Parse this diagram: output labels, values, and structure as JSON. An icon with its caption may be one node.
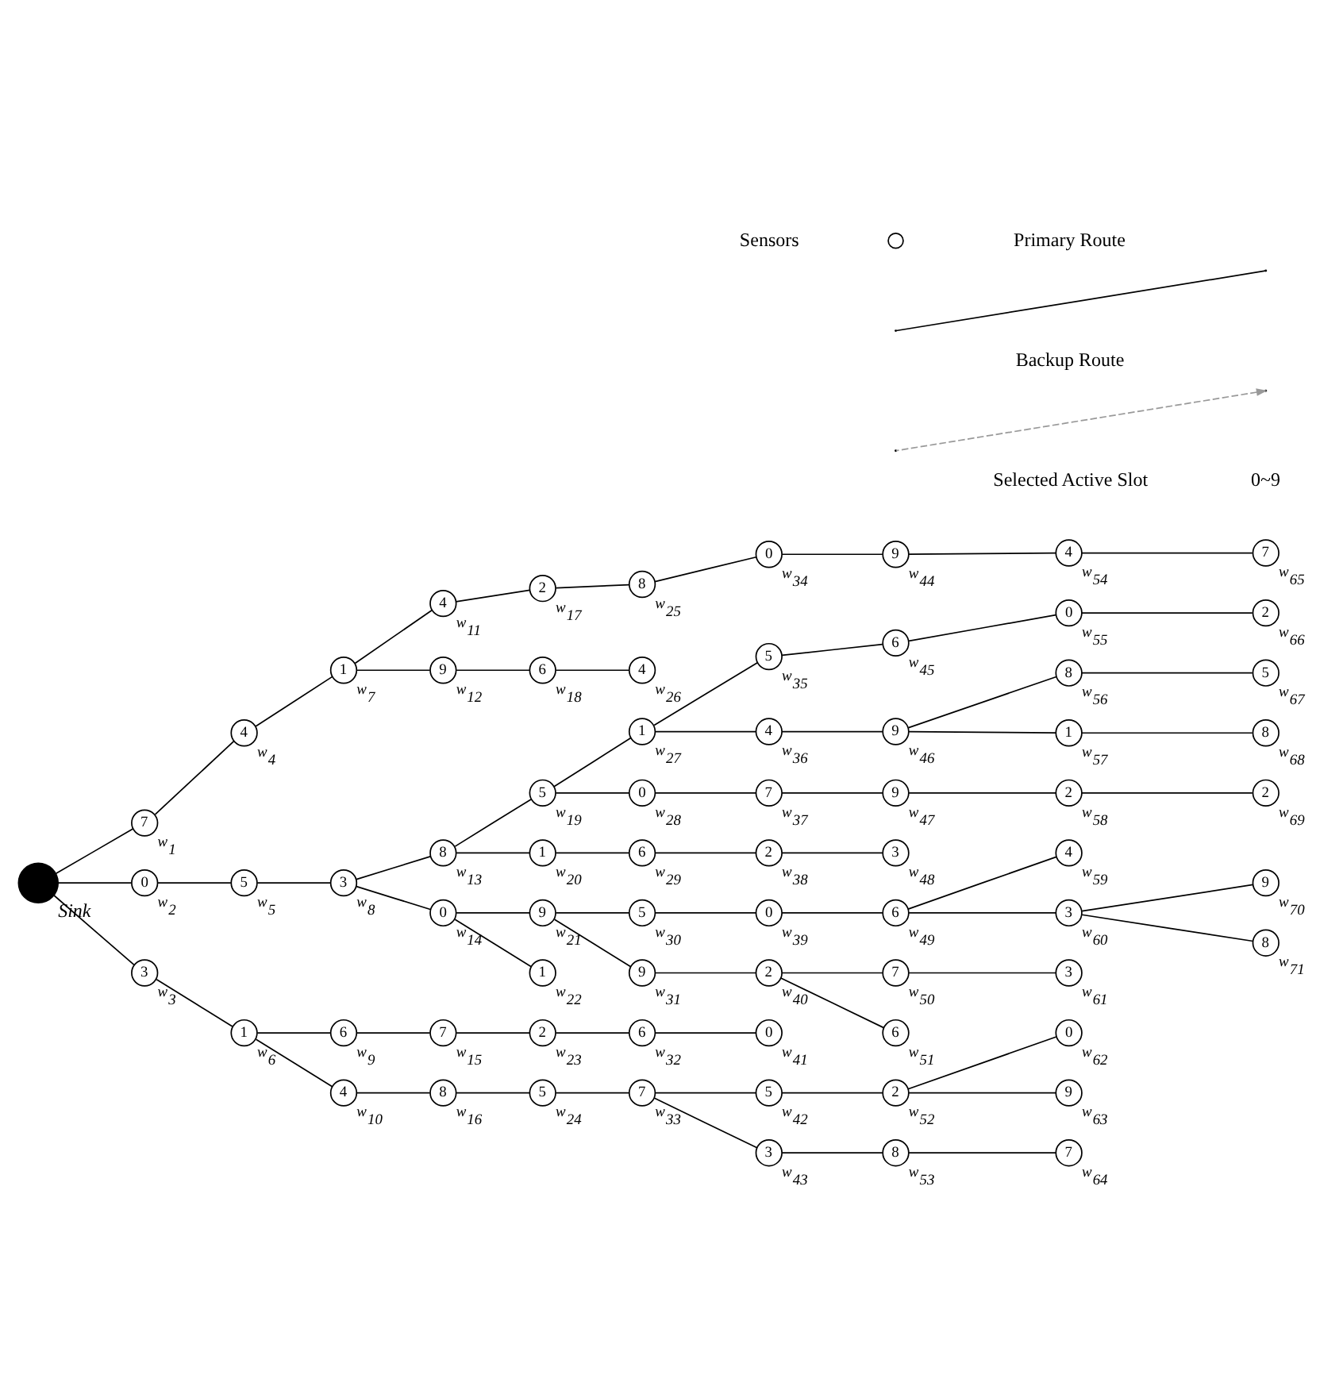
{
  "diagram": {
    "nodes": [
      {
        "text": [],
        "shape": "circle",
        "beside": [
          "Sink"
        ]
      },
      {
        "text": [
          "7"
        ],
        "beside": [
          "w$_{1}$"
        ]
      },
      {
        "text": [
          "0"
        ],
        "beside": [
          "w$_{2}$"
        ]
      },
      {
        "text": [
          "3"
        ],
        "beside": [
          "w$_{3}$"
        ]
      },
      {
        "text": [
          "4"
        ],
        "beside": [
          "w$_{4}$"
        ]
      },
      {
        "text": [
          "5"
        ],
        "beside": [
          "w$_{5}$"
        ]
      },
      {
        "text": [
          "1"
        ],
        "beside": [
          "w$_{6}$"
        ]
      },
      {
        "text": [
          "1"
        ],
        "beside": [
          "w$_{7}$"
        ]
      },
      {
        "text": [
          "3"
        ],
        "beside": [
          "w$_{8}$"
        ]
      },
      {
        "text": [
          "6"
        ],
        "beside": [
          "w$_{9}$"
        ]
      },
      {
        "text": [
          "4"
        ],
        "beside": [
          "w$_{10}$"
        ]
      },
      {
        "text": [
          "4"
        ],
        "beside": [
          "w$_{11}$"
        ]
      },
      {
        "text": [
          "9"
        ],
        "beside": [
          "w$_{12}$"
        ]
      },
      {
        "text": [
          "8"
        ],
        "beside": [
          "w$_{13}$"
        ]
      },
      {
        "text": [
          "0"
        ],
        "beside": [
          "w$_{14}$"
        ]
      },
      {
        "text": [
          "7"
        ],
        "beside": [
          "w$_{15}$"
        ]
      },
      {
        "text": [
          "8"
        ],
        "beside": [
          "w$_{16}$"
        ]
      },
      {
        "text": [
          "2"
        ],
        "beside": [
          "w$_{17}$"
        ]
      },
      {
        "text": [
          "6"
        ],
        "beside": [
          "w$_{18}$"
        ]
      },
      {
        "text": [
          "5"
        ],
        "beside": [
          "w$_{19}$"
        ]
      },
      {
        "text": [
          "1"
        ],
        "beside": [
          "w$_{20}$"
        ]
      },
      {
        "text": [
          "9"
        ],
        "beside": [
          "w$_{21}$"
        ]
      },
      {
        "text": [
          "1"
        ],
        "beside": [
          "w$_{22}$"
        ]
      },
      {
        "text": [
          "2"
        ],
        "beside": [
          "w$_{23}$"
        ]
      },
      {
        "text": [
          "5"
        ],
        "beside": [
          "w$_{24}$"
        ]
      },
      {
        "text": [
          "8"
        ],
        "beside": [
          "w$_{25}$"
        ]
      },
      {
        "text": [
          "4"
        ],
        "beside": [
          "w$_{26}$"
        ]
      },
      {
        "text": [
          "1"
        ],
        "beside": [
          "w$_{27}$"
        ]
      },
      {
        "text": [
          "0"
        ],
        "beside": [
          "w$_{28}$"
        ]
      },
      {
        "text": [
          "6"
        ],
        "beside": [
          "w$_{29}$"
        ]
      },
      {
        "text": [
          "5"
        ],
        "beside": [
          "w$_{30}$"
        ]
      },
      {
        "text": [
          "9"
        ],
        "beside": [
          "w$_{31}$"
        ]
      },
      {
        "text": [
          "6"
        ],
        "beside": [
          "w$_{32}$"
        ]
      },
      {
        "text": [
          "7"
        ],
        "beside": [
          "w$_{33}$"
        ]
      },
      {
        "text": [
          "0"
        ],
        "beside": [
          "w$_{34}$"
        ]
      },
      {
        "text": [
          "5"
        ],
        "beside": [
          "w$_{35}$"
        ]
      },
      {
        "text": [
          "4"
        ],
        "beside": [
          "w$_{36}$"
        ]
      },
      {
        "text": [
          "7"
        ],
        "beside": [
          "w$_{37}$"
        ]
      },
      {
        "text": [
          "2"
        ],
        "beside": [
          "w$_{38}$"
        ]
      },
      {
        "text": [
          "0"
        ],
        "beside": [
          "w$_{39}$"
        ]
      },
      {
        "text": [
          "2"
        ],
        "beside": [
          "w$_{40}$"
        ]
      },
      {
        "text": [
          "0"
        ],
        "beside": [
          "w$_{41}$"
        ]
      },
      {
        "text": [
          "5"
        ],
        "beside": [
          "w$_{42}$"
        ]
      },
      {
        "text": [
          "3"
        ],
        "beside": [
          "w$_{43}$"
        ]
      },
      {
        "text": [
          "9"
        ],
        "beside": [
          "w$_{44}$"
        ]
      },
      {
        "text": [
          "6"
        ],
        "beside": [
          "w$_{45}$"
        ]
      },
      {
        "text": [
          "9"
        ],
        "beside": [
          "w$_{46}$"
        ]
      },
      {
        "text": [
          "9"
        ],
        "beside": [
          "w$_{47}$"
        ]
      },
      {
        "text": [
          "3"
        ],
        "beside": [
          "w$_{48}$"
        ]
      },
      {
        "text": [
          "6"
        ],
        "beside": [
          "w$_{49}$"
        ]
      },
      {
        "text": [
          "7"
        ],
        "beside": [
          "w$_{50}$"
        ]
      },
      {
        "text": [
          "6"
        ],
        "beside": [
          "w$_{51}$"
        ]
      },
      {
        "text": [
          "2"
        ],
        "beside": [
          "w$_{52}$"
        ]
      },
      {
        "text": [
          "8"
        ],
        "beside": [
          "w$_{53}$"
        ]
      },
      {
        "text": [
          "4"
        ],
        "beside": [
          "w$_{54}$"
        ]
      },
      {
        "text": [
          "0"
        ],
        "beside": [
          "w$_{55}$"
        ]
      },
      {
        "text": [
          "8"
        ],
        "beside": [
          "w$_{56}$"
        ]
      },
      {
        "text": [
          "1"
        ],
        "beside": [
          "w$_{57}$"
        ]
      },
      {
        "text": [
          "2"
        ],
        "beside": [
          "w$_{58}$"
        ]
      },
      {
        "text": [
          "4"
        ],
        "beside": [
          "w$_{59}$"
        ]
      },
      {
        "text": [
          "3"
        ],
        "beside": [
          "w$_{60}$"
        ]
      },
      {
        "text": [
          "3"
        ],
        "beside": [
          "w$_{61}$"
        ]
      },
      {
        "text": [
          "0"
        ],
        "beside": [
          "w$_{62}$"
        ]
      },
      {
        "text": [
          "9"
        ],
        "beside": [
          "w$_{63}$"
        ]
      },
      {
        "text": [
          "7"
        ],
        "beside": [
          "w$_{64}$"
        ]
      },
      {
        "text": [
          "7"
        ],
        "beside": [
          "w$_{65}$"
        ]
      },
      {
        "text": [
          "2"
        ],
        "beside": [
          "w$_{66}$"
        ]
      },
      {
        "text": [
          "5"
        ],
        "beside": [
          "w$_{67}$"
        ]
      },
      {
        "text": [
          "8"
        ],
        "beside": [
          "w$_{68}$"
        ]
      },
      {
        "text": [
          "2"
        ],
        "beside": [
          "w$_{69}$"
        ]
      },
      {
        "text": [
          "9"
        ],
        "beside": [
          "w$_{70}$"
        ]
      },
      {
        "text": [
          "8"
        ],
        "beside": [
          "w$_{71}$"
        ]
      }
    ],
    "edges": [
      {
        "from": 1,
        "to": 0,
        "arrow": "none"
      },
      {
        "from": 2,
        "to": 0,
        "arrow": "none"
      },
      {
        "from": 3,
        "to": 0,
        "arrow": "none"
      },
      {
        "from": 4,
        "to": 1,
        "arrow": "none"
      },
      {
        "from": 7,
        "to": 4,
        "arrow": "none"
      },
      {
        "from": 11,
        "to": 7,
        "arrow": "none"
      },
      {
        "from": 12,
        "to": 7,
        "arrow": "none"
      },
      {
        "from": 17,
        "to": 11,
        "arrow": "none"
      },
      {
        "from": 25,
        "to": 17,
        "arrow": "none"
      },
      {
        "from": 34,
        "to": 25,
        "arrow": "none"
      },
      {
        "from": 44,
        "to": 34,
        "arrow": "none"
      },
      {
        "from": 54,
        "to": 44,
        "arrow": "none"
      },
      {
        "from": 65,
        "to": 54,
        "arrow": "none"
      },
      {
        "from": 18,
        "to": 12,
        "arrow": "none"
      },
      {
        "from": 26,
        "to": 18,
        "arrow": "none"
      },
      {
        "from": 5,
        "to": 2,
        "arrow": "none"
      },
      {
        "from": 8,
        "to": 5,
        "arrow": "none"
      },
      {
        "from": 13,
        "to": 8,
        "arrow": "none"
      },
      {
        "from": 14,
        "to": 8,
        "arrow": "none"
      },
      {
        "from": 19,
        "to": 13,
        "arrow": "none"
      },
      {
        "from": 20,
        "to": 13,
        "arrow": "none"
      },
      {
        "from": 29,
        "to": 20,
        "arrow": "none"
      },
      {
        "from": 38,
        "to": 29,
        "arrow": "none"
      },
      {
        "from": 48,
        "to": 38,
        "arrow": "none"
      },
      {
        "from": 27,
        "to": 19,
        "arrow": "none"
      },
      {
        "from": 28,
        "to": 19,
        "arrow": "none"
      },
      {
        "from": 35,
        "to": 27,
        "arrow": "none"
      },
      {
        "from": 36,
        "to": 27,
        "arrow": "none"
      },
      {
        "from": 45,
        "to": 35,
        "arrow": "none"
      },
      {
        "from": 55,
        "to": 45,
        "arrow": "none"
      },
      {
        "from": 66,
        "to": 55,
        "arrow": "none"
      },
      {
        "from": 46,
        "to": 36,
        "arrow": "none"
      },
      {
        "from": 56,
        "to": 46,
        "arrow": "none"
      },
      {
        "from": 67,
        "to": 56,
        "arrow": "none"
      },
      {
        "from": 57,
        "to": 46,
        "arrow": "none"
      },
      {
        "from": 68,
        "to": 57,
        "arrow": "none"
      },
      {
        "from": 37,
        "to": 28,
        "arrow": "none"
      },
      {
        "from": 47,
        "to": 37,
        "arrow": "none"
      },
      {
        "from": 58,
        "to": 47,
        "arrow": "none"
      },
      {
        "from": 69,
        "to": 58,
        "arrow": "none"
      },
      {
        "from": 21,
        "to": 14,
        "arrow": "none"
      },
      {
        "from": 22,
        "to": 14,
        "arrow": "none"
      },
      {
        "from": 30,
        "to": 21,
        "arrow": "none"
      },
      {
        "from": 31,
        "to": 21,
        "arrow": "none"
      },
      {
        "from": 39,
        "to": 30,
        "arrow": "none"
      },
      {
        "from": 49,
        "to": 39,
        "arrow": "none"
      },
      {
        "from": 59,
        "to": 49,
        "arrow": "none"
      },
      {
        "from": 60,
        "to": 49,
        "arrow": "none"
      },
      {
        "from": 70,
        "to": 60,
        "arrow": "none"
      },
      {
        "from": 71,
        "to": 60,
        "arrow": "none"
      },
      {
        "from": 40,
        "to": 31,
        "arrow": "none"
      },
      {
        "from": 50,
        "to": 40,
        "arrow": "none"
      },
      {
        "from": 51,
        "to": 40,
        "arrow": "none"
      },
      {
        "from": 61,
        "to": 50,
        "arrow": "none"
      },
      {
        "from": 6,
        "to": 3,
        "arrow": "none"
      },
      {
        "from": 9,
        "to": 6,
        "arrow": "none"
      },
      {
        "from": 10,
        "to": 6,
        "arrow": "none"
      },
      {
        "from": 15,
        "to": 9,
        "arrow": "none"
      },
      {
        "from": 23,
        "to": 15,
        "arrow": "none"
      },
      {
        "from": 32,
        "to": 23,
        "arrow": "none"
      },
      {
        "from": 41,
        "to": 32,
        "arrow": "none"
      },
      {
        "from": 16,
        "to": 10,
        "arrow": "none"
      },
      {
        "from": 24,
        "to": 16,
        "arrow": "none"
      },
      {
        "from": 33,
        "to": 24,
        "arrow": "none"
      },
      {
        "from": 42,
        "to": 33,
        "arrow": "none"
      },
      {
        "from": 43,
        "to": 33,
        "arrow": "none"
      },
      {
        "from": 52,
        "to": 42,
        "arrow": "none"
      },
      {
        "from": 62,
        "to": 52,
        "arrow": "none"
      },
      {
        "from": 63,
        "to": 52,
        "arrow": "none"
      },
      {
        "from": 53,
        "to": 43,
        "arrow": "none"
      },
      {
        "from": 64,
        "to": 53,
        "arrow": "none"
      }
    ],
    "labels": [
      "0~9"
    ],
    "legend": [
      {
        "text": "Sensors"
      },
      {
        "text": "Primary Route"
      },
      {
        "text": "Backup Route"
      },
      {
        "text": "Selected Active Slot"
      }
    ]
  }
}
